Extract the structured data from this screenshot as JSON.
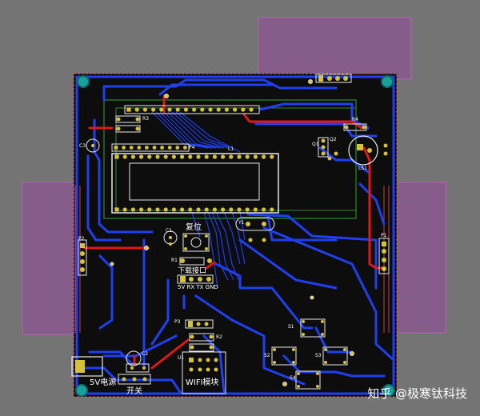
{
  "board": {
    "background_color": "#747474",
    "pcb_fill": "#0d0d0d",
    "top_trace_color": "#1f3ff0",
    "bottom_trace_color": "#e01818",
    "silk_color": "#ffffff",
    "keepout_color": "#9a5a9a",
    "pad_color": "#d4c23a"
  },
  "labels": {
    "reset": "复位",
    "download_port": "下载接口",
    "download_pins": "5V RX TX GND",
    "power_5v": "5V电源",
    "switch": "开关",
    "wifi_module": "WIFI模块",
    "lcd_ref": "L1",
    "p1": "P1",
    "p2": "P2",
    "p3": "P3",
    "p4": "P4",
    "s1": "S1",
    "s2": "S2",
    "s3": "S3",
    "s4": "S4",
    "r1": "R1",
    "r2": "R2",
    "r3": "R3",
    "r4": "R4",
    "q1": "Q1",
    "q2": "Q2",
    "c1": "C1",
    "c2": "C2",
    "c3": "C3",
    "y1": "Y1",
    "u1": "U1",
    "ls1": "LS1"
  },
  "watermark": "知乎 @极寒钛科技"
}
